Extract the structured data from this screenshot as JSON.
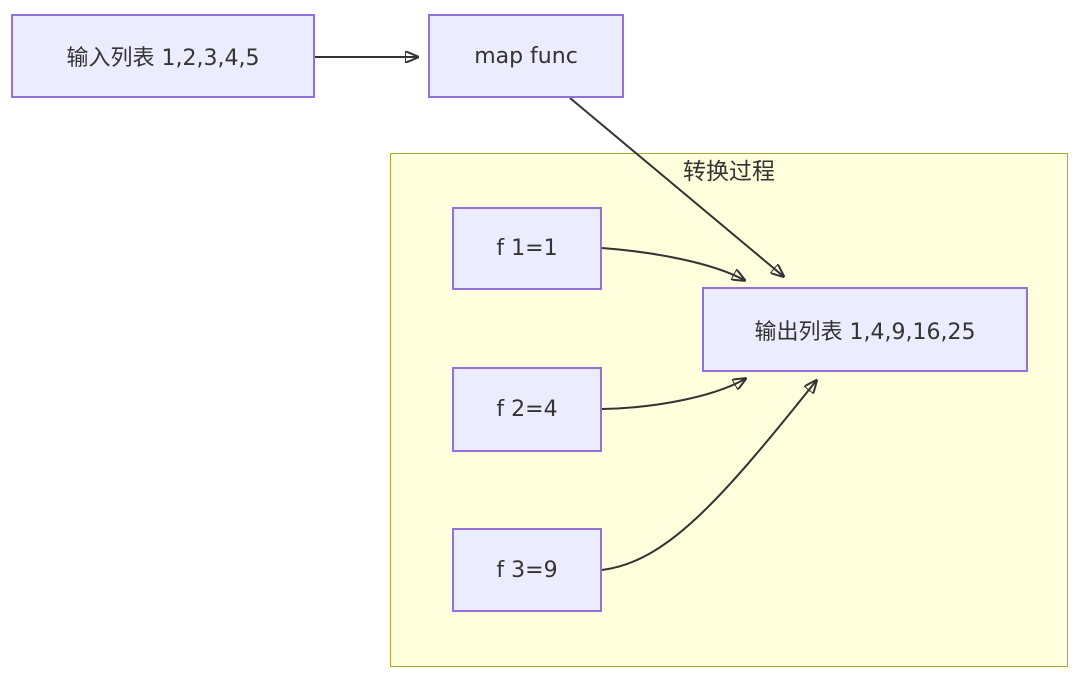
{
  "cluster": {
    "title": "转换过程"
  },
  "nodes": {
    "input": {
      "label": "输入列表 1,2,3,4,5"
    },
    "map_func": {
      "label": "map func"
    },
    "f1": {
      "label": "f 1=1"
    },
    "f2": {
      "label": "f 2=4"
    },
    "f3": {
      "label": "f 3=9"
    },
    "output": {
      "label": "输出列表 1,4,9,16,25"
    }
  },
  "edges": [
    {
      "from": "input",
      "to": "map_func"
    },
    {
      "from": "map_func",
      "to": "output"
    },
    {
      "from": "f1",
      "to": "output"
    },
    {
      "from": "f2",
      "to": "output"
    },
    {
      "from": "f3",
      "to": "output"
    }
  ],
  "colors": {
    "node_fill": "#ECECFF",
    "node_border": "#9370DB",
    "cluster_fill": "#FFFFDE",
    "cluster_border": "#AAAA33",
    "edge": "#333333",
    "text": "#333333",
    "background": "#FFFFFF"
  }
}
